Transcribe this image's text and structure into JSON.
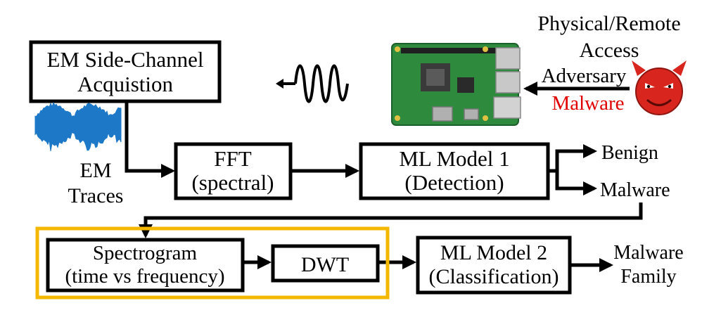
{
  "colors": {
    "stroke": "#000000",
    "highlight_box": "#f5b800",
    "malware_text": "#e00000",
    "trace": "#1e78c8",
    "board": "#2e8b3e",
    "devil": "#d8261f"
  },
  "boxes": {
    "em_acquisition": {
      "line1": "EM Side-Channel",
      "line2": "Acquistion"
    },
    "fft": {
      "line1": "FFT",
      "line2": "(spectral)"
    },
    "ml_model_1": {
      "line1": "ML Model 1",
      "line2": "(Detection)"
    },
    "spectrogram": {
      "line1": "Spectrogram",
      "line2": "(time vs frequency)"
    },
    "dwt": {
      "line1": "DWT"
    },
    "ml_model_2": {
      "line1": "ML Model 2",
      "line2": "(Classification)"
    }
  },
  "labels": {
    "em_traces_1": "EM",
    "em_traces_2": "Traces",
    "benign": "Benign",
    "malware_output": "Malware",
    "malware_family_1": "Malware",
    "malware_family_2": "Family",
    "access_1": "Physical/Remote",
    "access_2": "Access",
    "adversary": "Adversary",
    "malware_injected": "Malware"
  },
  "icons": {
    "em_wave": "em-wave-icon",
    "device": "raspberry-pi-board-icon",
    "adversary": "devil-face-icon",
    "trace": "em-trace-waveform-icon"
  }
}
